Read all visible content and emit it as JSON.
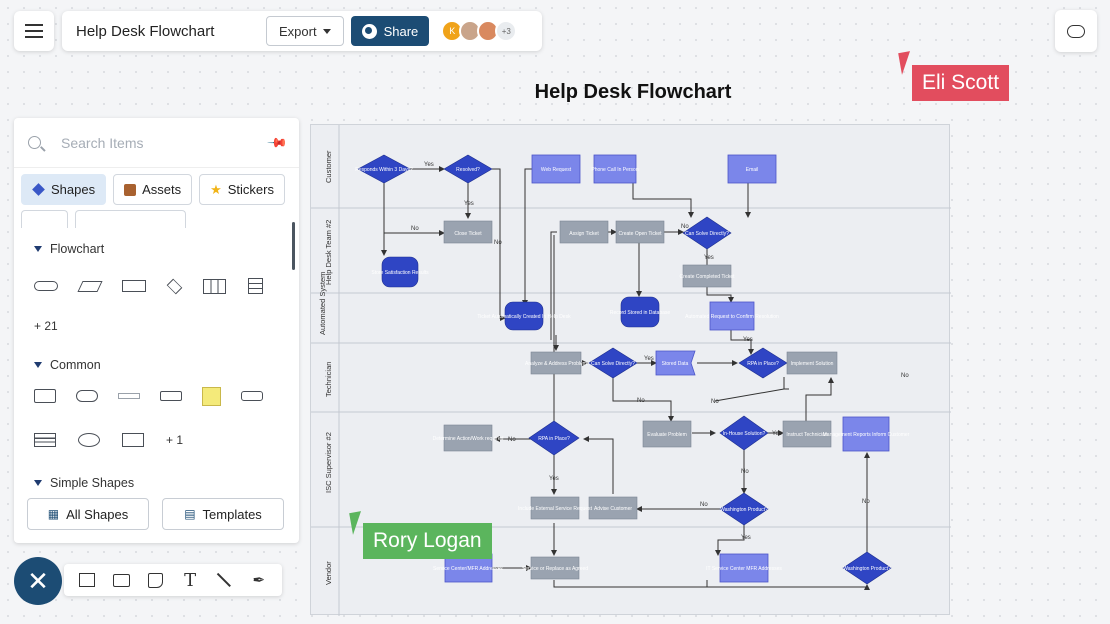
{
  "app": {
    "document_title": "Help Desk Flowchart",
    "export_label": "Export",
    "share_label": "Share",
    "collaborators": [
      {
        "initial": "K"
      },
      {
        "initial": ""
      },
      {
        "initial": ""
      }
    ],
    "more_collaborators": "+3"
  },
  "diagram": {
    "title": "Help Desk Flowchart",
    "lanes": [
      "Customer",
      "Help Desk Team #2",
      "Automated System",
      "Technician",
      "ISC Supervisor #2",
      "Vendor"
    ],
    "nodes": {
      "responds": "Responds Within 3 Days?",
      "resolved": "Resolved?",
      "web_request": "Web Request",
      "phone_call": "Phone Call In Person",
      "email": "Email",
      "close_ticket": "Close Ticket",
      "assign_ticket": "Assign Ticket",
      "create_open_ticket": "Create Open Ticket",
      "can_solve_1": "Can Solve Directly?",
      "create_completed_ticket": "Create Completed Ticket",
      "store_results": "Store Satisfaction Results",
      "ticket_auto": "Ticket Automatically Created In Help Desk",
      "record_stored": "Record Stored in Database",
      "auto_request": "Automated Request to Confirm Resolution",
      "analyze": "Analyze & Address Problem",
      "can_solve_2": "Can Solve Directly?",
      "stored_data": "Stored Data",
      "rpa_place": "RPA in Place?",
      "implement": "Implement Solution",
      "determine": "Determine Action/Work required",
      "rpa_place_2": "RPA in Place?",
      "evaluate": "Evaluate Problem",
      "inhouse": "In-House Solution?",
      "instruct": "Instruct Technician",
      "mgmt_reports": "Management Reports Inform Customer",
      "include_external": "Include External Service Request",
      "advise_customer": "Advise Customer",
      "washington_1": "Washington Product?",
      "service_center": "Service Center/MFR Addresses",
      "service_replace": "Service or Replace as Agreed",
      "it_service": "IT Service Center MFR Addresses",
      "washington_2": "Washington Product?"
    },
    "edge_labels": {
      "yes": "Yes",
      "no": "No"
    }
  },
  "cursors": {
    "eli": "Eli Scott",
    "rory": "Rory Logan"
  },
  "panel": {
    "search_placeholder": "Search Items",
    "tabs": {
      "shapes": "Shapes",
      "assets": "Assets",
      "stickers": "Stickers"
    },
    "sections": {
      "flowchart": "Flowchart",
      "common": "Common",
      "simple": "Simple Shapes"
    },
    "flowchart_more": "+ 21",
    "common_more": "+ 1",
    "all_shapes": "All Shapes",
    "templates": "Templates"
  },
  "colors": {
    "brand": "#1c4c74",
    "eli": "#e24d5e",
    "rory": "#5bb55d",
    "diamond": "#2f45c4",
    "process": "#9aa3b0",
    "doc": "#7b86ea"
  }
}
